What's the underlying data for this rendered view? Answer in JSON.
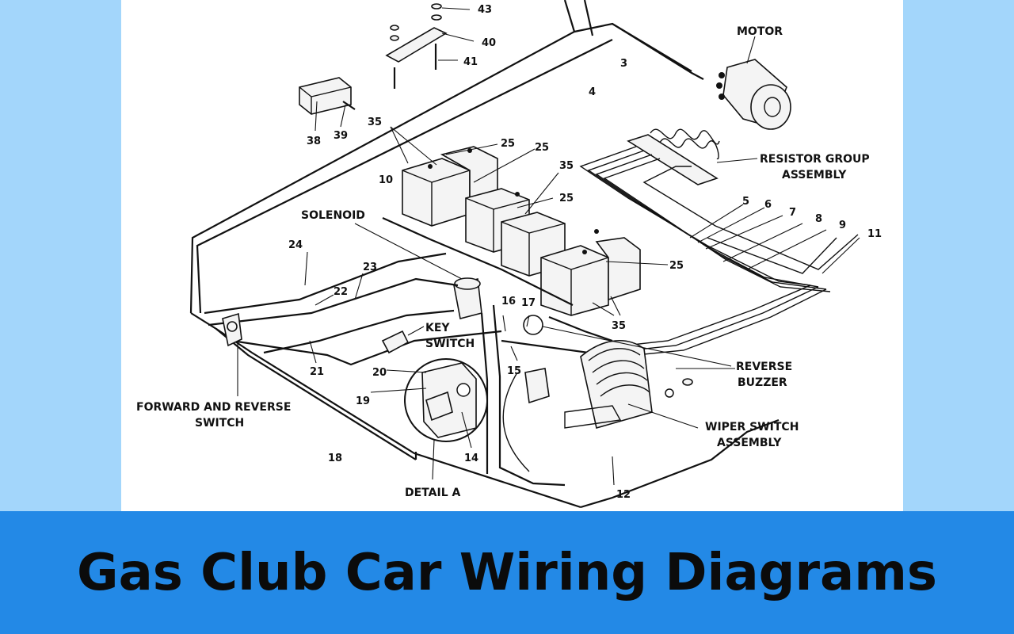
{
  "title": "Gas Club Car Wiring Diagrams",
  "diagram": {
    "labels": {
      "motor": "MOTOR",
      "resistor_1": "RESISTOR GROUP",
      "resistor_2": "ASSEMBLY",
      "solenoid": "SOLENOID",
      "key_1": "KEY",
      "key_2": "SWITCH",
      "reverse_1": "REVERSE",
      "reverse_2": "BUZZER",
      "fr_1": "FORWARD AND REVERSE",
      "fr_2": "SWITCH",
      "wiper_1": "WIPER SWITCH",
      "wiper_2": "ASSEMBLY",
      "detail": "DETAIL A"
    },
    "numbers": {
      "n43": "43",
      "n40": "40",
      "n41": "41",
      "n3": "3",
      "n4": "4",
      "n35a": "35",
      "n38": "38",
      "n39": "39",
      "n25a": "25",
      "n25b": "25",
      "n35b": "35",
      "n25c": "25",
      "n10": "10",
      "n5": "5",
      "n6": "6",
      "n7": "7",
      "n8": "8",
      "n9": "9",
      "n11": "11",
      "n24": "24",
      "n23": "23",
      "n22": "22",
      "n25d": "25",
      "n35c": "35",
      "n16": "16",
      "n17": "17",
      "n21": "21",
      "n20": "20",
      "n19": "19",
      "n15": "15",
      "n14": "14",
      "n18": "18",
      "n12": "12"
    }
  }
}
